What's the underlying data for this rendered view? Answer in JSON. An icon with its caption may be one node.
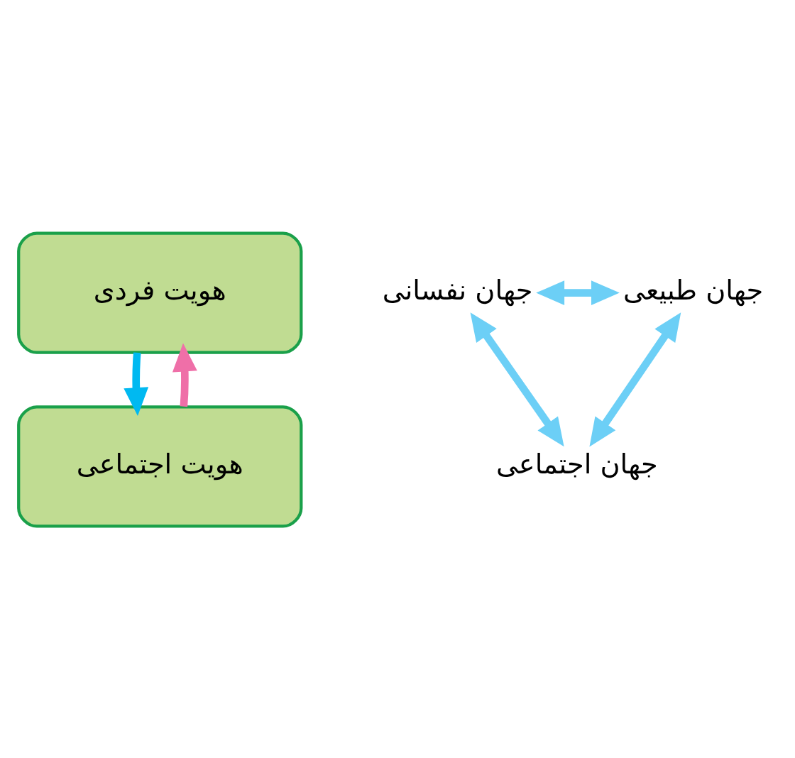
{
  "diagram": {
    "nodes": [
      {
        "text": [
          "هویت فردی"
        ]
      },
      {
        "text": [
          "هویت اجتماعی"
        ]
      },
      {
        "text": [
          "جهان نفسانی"
        ]
      },
      {
        "text": [
          "جهان طبیعی"
        ]
      },
      {
        "text": [
          "جهان اجتماعی"
        ]
      }
    ],
    "edges": [
      {
        "from": 0,
        "to": 1,
        "arrow": "to",
        "color": "#00b9f1"
      },
      {
        "from": 1,
        "to": 0,
        "arrow": "to",
        "color": "#ef6fa8"
      },
      {
        "from": 2,
        "to": 3,
        "arrow": "both"
      },
      {
        "from": 3,
        "to": 4,
        "arrow": "both"
      },
      {
        "from": 4,
        "to": 2,
        "arrow": "both"
      }
    ]
  }
}
